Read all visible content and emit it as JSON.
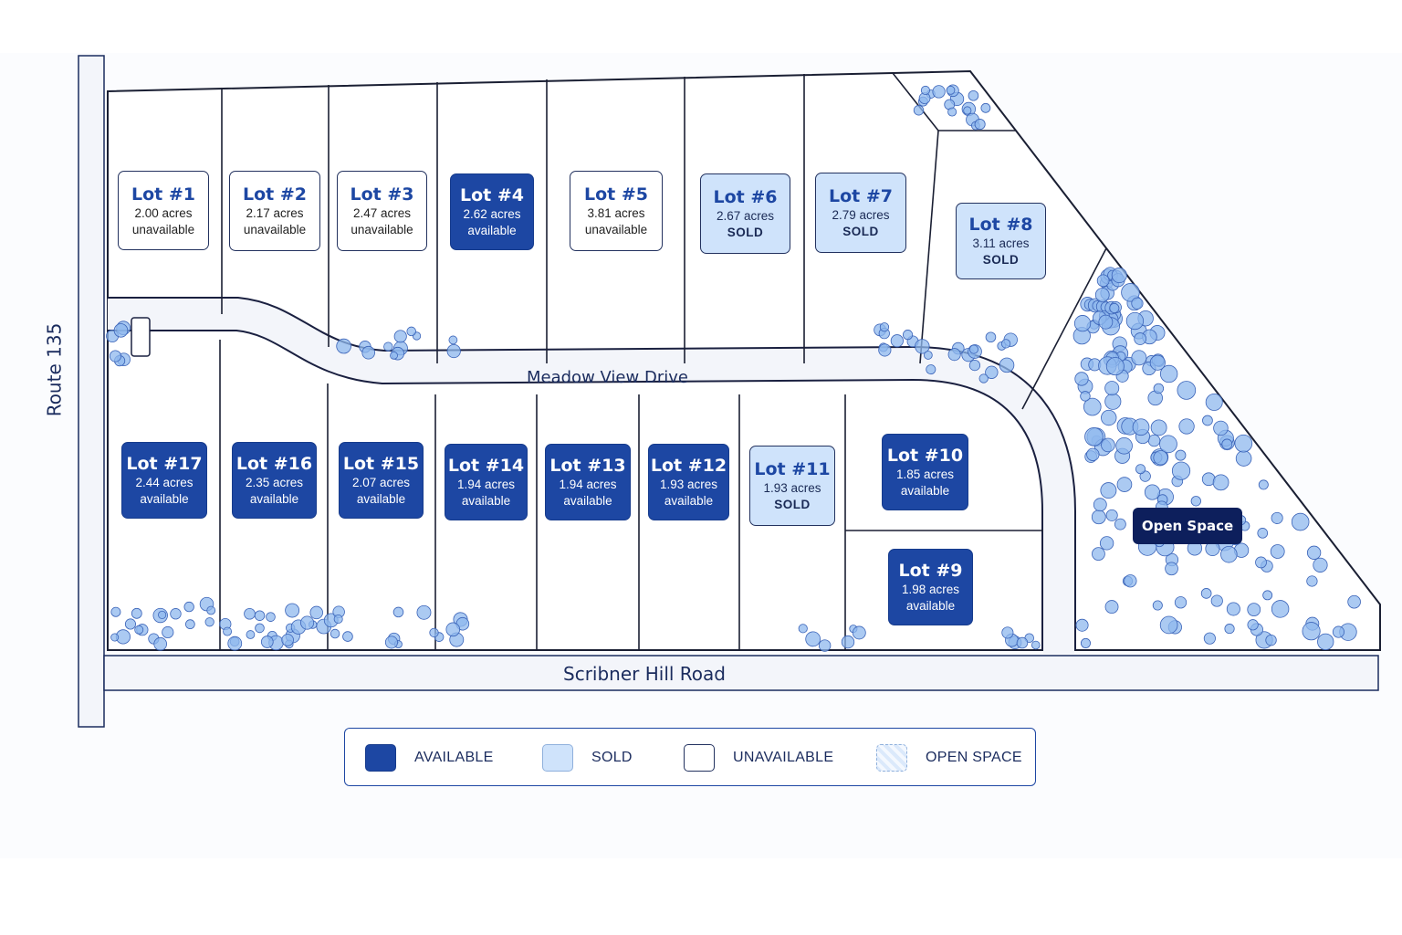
{
  "lots": [
    {
      "id": "1",
      "name": "Lot #1",
      "acres": "2.00 acres",
      "status": "unavailable",
      "state": "unavailable"
    },
    {
      "id": "2",
      "name": "Lot #2",
      "acres": "2.17 acres",
      "status": "unavailable",
      "state": "unavailable"
    },
    {
      "id": "3",
      "name": "Lot #3",
      "acres": "2.47 acres",
      "status": "unavailable",
      "state": "unavailable"
    },
    {
      "id": "4",
      "name": "Lot #4",
      "acres": "2.62 acres",
      "status": "available",
      "state": "available"
    },
    {
      "id": "5",
      "name": "Lot #5",
      "acres": "3.81 acres",
      "status": "unavailable",
      "state": "unavailable"
    },
    {
      "id": "6",
      "name": "Lot #6",
      "acres": "2.67 acres",
      "status": "SOLD",
      "state": "sold"
    },
    {
      "id": "7",
      "name": "Lot #7",
      "acres": "2.79 acres",
      "status": "SOLD",
      "state": "sold"
    },
    {
      "id": "8",
      "name": "Lot #8",
      "acres": "3.11 acres",
      "status": "SOLD",
      "state": "sold"
    },
    {
      "id": "9",
      "name": "Lot #9",
      "acres": "1.98 acres",
      "status": "available",
      "state": "available"
    },
    {
      "id": "10",
      "name": "Lot #10",
      "acres": "1.85 acres",
      "status": "available",
      "state": "available"
    },
    {
      "id": "11",
      "name": "Lot #11",
      "acres": "1.93 acres",
      "status": "SOLD",
      "state": "sold"
    },
    {
      "id": "12",
      "name": "Lot #12",
      "acres": "1.93 acres",
      "status": "available",
      "state": "available"
    },
    {
      "id": "13",
      "name": "Lot #13",
      "acres": "1.94 acres",
      "status": "available",
      "state": "available"
    },
    {
      "id": "14",
      "name": "Lot #14",
      "acres": "1.94 acres",
      "status": "available",
      "state": "available"
    },
    {
      "id": "15",
      "name": "Lot #15",
      "acres": "2.07 acres",
      "status": "available",
      "state": "available"
    },
    {
      "id": "16",
      "name": "Lot #16",
      "acres": "2.35 acres",
      "status": "available",
      "state": "available"
    },
    {
      "id": "17",
      "name": "Lot #17",
      "acres": "2.44 acres",
      "status": "available",
      "state": "available"
    }
  ],
  "open_space": {
    "label": "Open Space"
  },
  "roads": {
    "route": "Route 135",
    "drive": "Meadow View Drive",
    "road": "Scribner Hill Road"
  },
  "legend": {
    "available": "AVAILABLE",
    "sold": "SOLD",
    "unavailable": "UNAVAILABLE",
    "open_space": "OPEN SPACE"
  },
  "colors": {
    "available": "#1d47a3",
    "sold": "#cfe3fb",
    "unavailable": "#ffffff",
    "open_space": "#8fb8ee",
    "outline": "#23325f"
  }
}
